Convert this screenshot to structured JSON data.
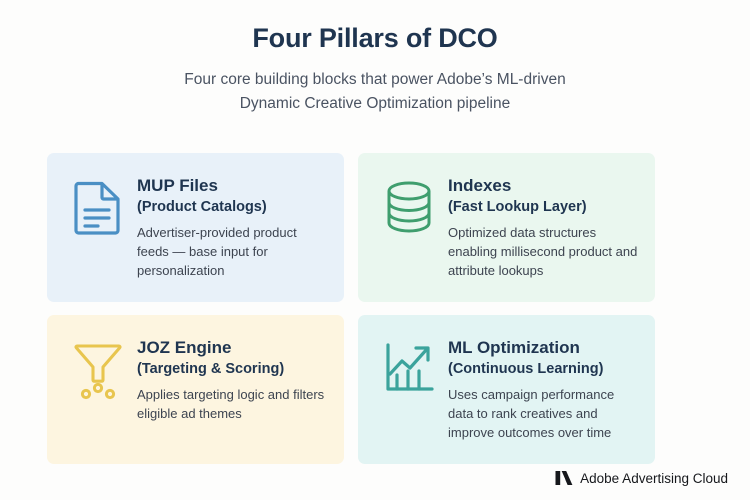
{
  "header": {
    "title": "Four Pillars of DCO",
    "subtitle": "Four core building blocks that power Adobe’s ML-driven Dynamic Creative Optimization pipeline"
  },
  "colors": {
    "page_background": "#fdfdfc",
    "title_text": "#1f3550",
    "subtitle_text": "#4a5362",
    "body_text": "#3d4450"
  },
  "cards": [
    {
      "id": "mup-files",
      "icon": "document-icon",
      "title": "MUP Files",
      "subtitle": "(Product Catalogs)",
      "description": "Advertiser-provided product feeds — base input for personalization",
      "background": "#e8f1f9",
      "accent": "#4a8fc4"
    },
    {
      "id": "indexes",
      "icon": "database-icon",
      "title": "Indexes",
      "subtitle": "(Fast Lookup Layer)",
      "description": "Optimized data structures enabling millisecond product and attribute lookups",
      "background": "#eaf7ef",
      "accent": "#3f9e6e"
    },
    {
      "id": "joz-engine",
      "icon": "funnel-icon",
      "title": "JOZ Engine",
      "subtitle": "(Targeting & Scoring)",
      "description": "Applies targeting logic and filters eligible ad themes",
      "background": "#fdf5e0",
      "accent": "#e8c54e"
    },
    {
      "id": "ml-optimization",
      "icon": "growth-chart-icon",
      "title": "ML Optimization",
      "subtitle": "(Continuous Learning)",
      "description": "Uses campaign performance data to rank creatives and improve outcomes over time",
      "background": "#e2f4f3",
      "accent": "#3ba39c"
    }
  ],
  "footer": {
    "logo": "adobe-logo-icon",
    "brand": "Adobe Advertising Cloud",
    "logo_color": "#16181c"
  }
}
